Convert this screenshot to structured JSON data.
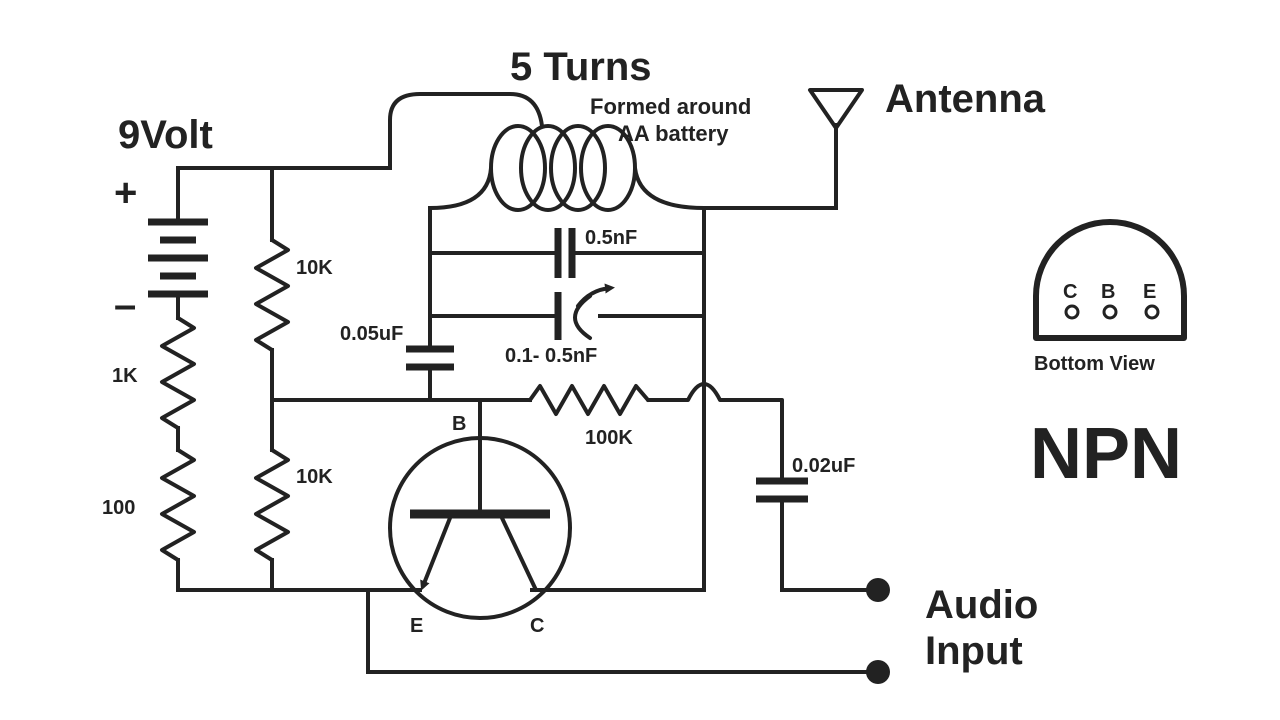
{
  "labels": {
    "supply": "9Volt",
    "plus": "+",
    "minus": "–",
    "coil_title": "5 Turns",
    "coil_note_1": "Formed around",
    "coil_note_2": "AA battery",
    "antenna": "Antenna",
    "audio_1": "Audio",
    "audio_2": "Input",
    "transistor_type": "NPN",
    "bottom_view": "Bottom View",
    "pin_c": "C",
    "pin_b": "B",
    "pin_e": "E",
    "term_b": "B",
    "term_e": "E",
    "term_c": "C"
  },
  "components": {
    "r_10k_top": "10K",
    "r_10k_bottom": "10K",
    "r_1k": "1K",
    "r_100": "100",
    "r_100k": "100K",
    "c_005uf": "0.05uF",
    "c_05nf": "0.5nF",
    "c_var": "0.1- 0.5nF",
    "c_002uf": "0.02uF"
  }
}
